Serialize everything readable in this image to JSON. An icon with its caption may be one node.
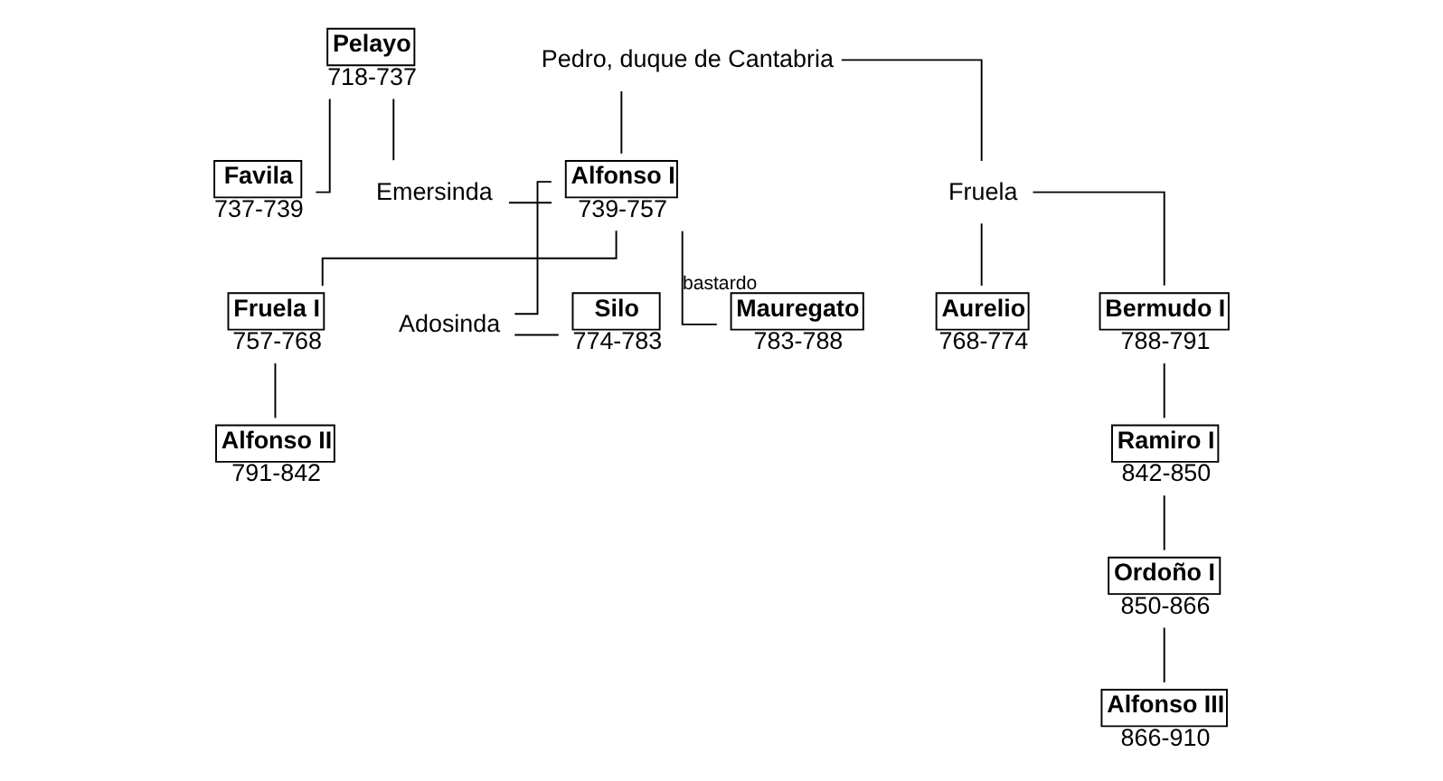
{
  "diagram": {
    "nodes": [
      {
        "text": [
          "Pelayo"
        ],
        "beside": [
          "718-737"
        ]
      },
      {
        "text": [
          "Favila"
        ],
        "beside": [
          "737-739"
        ]
      },
      {
        "text": [
          "Emersinda"
        ]
      },
      {
        "text": [
          "Pedro, duque de Cantabria"
        ]
      },
      {
        "text": [
          "Alfonso I"
        ],
        "beside": [
          "739-757"
        ]
      },
      {
        "text": [
          "Fruela"
        ]
      },
      {
        "text": [
          "Fruela I"
        ],
        "beside": [
          "757-768"
        ]
      },
      {
        "text": [
          "Adosinda"
        ]
      },
      {
        "text": [
          "Silo"
        ],
        "beside": [
          "774-783"
        ]
      },
      {
        "text": [
          "Mauregato"
        ],
        "beside": [
          "783-788"
        ]
      },
      {
        "text": [
          "Aurelio"
        ],
        "beside": [
          "768-774"
        ]
      },
      {
        "text": [
          "Bermudo I"
        ],
        "beside": [
          "788-791"
        ]
      },
      {
        "text": [
          "Alfonso II"
        ],
        "beside": [
          "791-842"
        ]
      },
      {
        "text": [
          "Ramiro I"
        ],
        "beside": [
          "842-850"
        ]
      },
      {
        "text": [
          "Ordoño I"
        ],
        "beside": [
          "850-866"
        ]
      },
      {
        "text": [
          "Alfonso III"
        ],
        "beside": [
          "866-910"
        ]
      }
    ],
    "edges": [
      {
        "from": 0,
        "to": 1,
        "arrow": "none"
      },
      {
        "from": 0,
        "to": 2,
        "arrow": "none"
      },
      {
        "from": 2,
        "to": 4,
        "arrow": "none"
      },
      {
        "from": 3,
        "to": 4,
        "arrow": "none"
      },
      {
        "from": 3,
        "to": 5,
        "arrow": "none"
      },
      {
        "from": 4,
        "to": 6,
        "arrow": "none"
      },
      {
        "from": 4,
        "to": 7,
        "arrow": "none"
      },
      {
        "from": 4,
        "to": 9,
        "label": "bastardo",
        "arrow": "none"
      },
      {
        "from": 7,
        "to": 8,
        "arrow": "none"
      },
      {
        "from": 5,
        "to": 10,
        "arrow": "none"
      },
      {
        "from": 5,
        "to": 11,
        "arrow": "none"
      },
      {
        "from": 6,
        "to": 12,
        "arrow": "none"
      },
      {
        "from": 11,
        "to": 13,
        "arrow": "none"
      },
      {
        "from": 13,
        "to": 14,
        "arrow": "none"
      },
      {
        "from": 14,
        "to": 15,
        "arrow": "none"
      }
    ]
  }
}
